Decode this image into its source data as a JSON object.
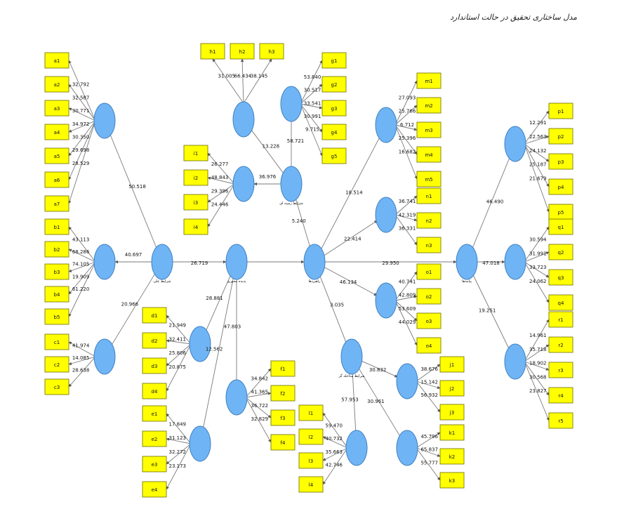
{
  "title": "مدل ساختاری تحقیق در حالت استاندارد",
  "colors": {
    "indicator_fill": "#ffff00",
    "construct_fill": "#6fb5f5",
    "edge": "#7a7a7a"
  },
  "constructs": [
    {
      "id": "A",
      "label": ""
    },
    {
      "id": "B",
      "label": ""
    },
    {
      "id": "C",
      "label": ""
    },
    {
      "id": "SHA",
      "label": "شرایط علی"
    },
    {
      "id": "PAD",
      "label": "پدیده محوری"
    },
    {
      "id": "D",
      "label": ""
    },
    {
      "id": "E",
      "label": ""
    },
    {
      "id": "F",
      "label": ""
    },
    {
      "id": "H",
      "label": ""
    },
    {
      "id": "I",
      "label": ""
    },
    {
      "id": "G",
      "label": ""
    },
    {
      "id": "ZAM",
      "label": "شرایط زمینه ای"
    },
    {
      "id": "RAH",
      "label": "راهبردها"
    },
    {
      "id": "M",
      "label": ""
    },
    {
      "id": "N",
      "label": ""
    },
    {
      "id": "O",
      "label": ""
    },
    {
      "id": "MOD",
      "label": "شرایط مداخله گر"
    },
    {
      "id": "J",
      "label": ""
    },
    {
      "id": "K",
      "label": ""
    },
    {
      "id": "L",
      "label": ""
    },
    {
      "id": "PAY",
      "label": "پیامدها"
    },
    {
      "id": "P",
      "label": ""
    },
    {
      "id": "Q",
      "label": ""
    },
    {
      "id": "R",
      "label": ""
    }
  ],
  "indicators": [
    {
      "group": "A",
      "items": [
        {
          "name": "a1",
          "loading": "32.792"
        },
        {
          "name": "a2",
          "loading": "32.587"
        },
        {
          "name": "a3",
          "loading": "30.771"
        },
        {
          "name": "a4",
          "loading": "34.972"
        },
        {
          "name": "a5",
          "loading": "30.350"
        },
        {
          "name": "a6",
          "loading": "29.698"
        },
        {
          "name": "a7",
          "loading": "28.529"
        }
      ]
    },
    {
      "group": "B",
      "items": [
        {
          "name": "b1",
          "loading": "43.113"
        },
        {
          "name": "b2",
          "loading": "68.286"
        },
        {
          "name": "b3",
          "loading": "74.105"
        },
        {
          "name": "b4",
          "loading": "19.909"
        },
        {
          "name": "b5",
          "loading": "61.220"
        }
      ]
    },
    {
      "group": "C",
      "items": [
        {
          "name": "c1",
          "loading": "41.974"
        },
        {
          "name": "c2",
          "loading": "14.085"
        },
        {
          "name": "c3",
          "loading": "28.638"
        }
      ]
    },
    {
      "group": "D",
      "items": [
        {
          "name": "d1",
          "loading": "21.949"
        },
        {
          "name": "d2",
          "loading": "32.411"
        },
        {
          "name": "d3",
          "loading": "25.806"
        },
        {
          "name": "d4",
          "loading": "20.875"
        }
      ]
    },
    {
      "group": "E",
      "items": [
        {
          "name": "e1",
          "loading": "17.849"
        },
        {
          "name": "e2",
          "loading": "31.123"
        },
        {
          "name": "e3",
          "loading": "32.272"
        },
        {
          "name": "e4",
          "loading": "23.173"
        }
      ]
    },
    {
      "group": "F",
      "items": [
        {
          "name": "f1",
          "loading": "34.842"
        },
        {
          "name": "f2",
          "loading": "41.365"
        },
        {
          "name": "f3",
          "loading": "36.722"
        },
        {
          "name": "f4",
          "loading": "32.829"
        }
      ]
    },
    {
      "group": "H",
      "items": [
        {
          "name": "h1",
          "loading": "31.005"
        },
        {
          "name": "h2",
          "loading": "66.434"
        },
        {
          "name": "h3",
          "loading": "38.145"
        }
      ]
    },
    {
      "group": "I",
      "items": [
        {
          "name": "i1",
          "loading": "26.277"
        },
        {
          "name": "i2",
          "loading": "48.843"
        },
        {
          "name": "i3",
          "loading": "29.396"
        },
        {
          "name": "i4",
          "loading": "24.446"
        }
      ]
    },
    {
      "group": "G",
      "items": [
        {
          "name": "g1",
          "loading": "53.840"
        },
        {
          "name": "g2",
          "loading": "30.517"
        },
        {
          "name": "g3",
          "loading": "33.541"
        },
        {
          "name": "g4",
          "loading": "30.991"
        },
        {
          "name": "g5",
          "loading": "9.715"
        }
      ]
    },
    {
      "group": "M",
      "items": [
        {
          "name": "m1",
          "loading": "27.093"
        },
        {
          "name": "m2",
          "loading": "25.766"
        },
        {
          "name": "m3",
          "loading": "6.712"
        },
        {
          "name": "m4",
          "loading": "25.396"
        },
        {
          "name": "m5",
          "loading": "16.682"
        }
      ]
    },
    {
      "group": "N",
      "items": [
        {
          "name": "n1",
          "loading": "36.741"
        },
        {
          "name": "n2",
          "loading": "42.319"
        },
        {
          "name": "n3",
          "loading": "36.331"
        }
      ]
    },
    {
      "group": "O",
      "items": [
        {
          "name": "o1",
          "loading": "40.741"
        },
        {
          "name": "o2",
          "loading": "42.809"
        },
        {
          "name": "o3",
          "loading": "53.609"
        },
        {
          "name": "o4",
          "loading": "44.029"
        }
      ]
    },
    {
      "group": "J",
      "items": [
        {
          "name": "j1",
          "loading": "38.676"
        },
        {
          "name": "j2",
          "loading": "15.142"
        },
        {
          "name": "j3",
          "loading": "56.932"
        }
      ]
    },
    {
      "group": "K",
      "items": [
        {
          "name": "k1",
          "loading": "45.796"
        },
        {
          "name": "k2",
          "loading": "65.837"
        },
        {
          "name": "k3",
          "loading": "55.777"
        }
      ]
    },
    {
      "group": "L",
      "items": [
        {
          "name": "l1",
          "loading": "59.470"
        },
        {
          "name": "l2",
          "loading": "40.732"
        },
        {
          "name": "l3",
          "loading": "35.663"
        },
        {
          "name": "l4",
          "loading": "42.746"
        }
      ]
    },
    {
      "group": "P",
      "items": [
        {
          "name": "p1",
          "loading": "12.291"
        },
        {
          "name": "p2",
          "loading": "22.563"
        },
        {
          "name": "p3",
          "loading": "24.132"
        },
        {
          "name": "p4",
          "loading": "25.187"
        },
        {
          "name": "p5",
          "loading": "21.679"
        }
      ]
    },
    {
      "group": "Q",
      "items": [
        {
          "name": "q1",
          "loading": "30.594"
        },
        {
          "name": "q2",
          "loading": "31.991"
        },
        {
          "name": "q3",
          "loading": "33.723"
        },
        {
          "name": "q4",
          "loading": "24.062"
        }
      ]
    },
    {
      "group": "R",
      "items": [
        {
          "name": "r1",
          "loading": "14.961"
        },
        {
          "name": "r2",
          "loading": "35.718"
        },
        {
          "name": "r3",
          "loading": "18.902"
        },
        {
          "name": "r4",
          "loading": "30.568"
        },
        {
          "name": "r5",
          "loading": "23.827"
        }
      ]
    }
  ],
  "paths": [
    {
      "from": "SHA",
      "to": "A",
      "coef": "50.518"
    },
    {
      "from": "SHA",
      "to": "B",
      "coef": "40.697"
    },
    {
      "from": "SHA",
      "to": "C",
      "coef": "20.966"
    },
    {
      "from": "SHA",
      "to": "PAD",
      "coef": "26.719"
    },
    {
      "from": "PAD",
      "to": "D",
      "coef": "28.881"
    },
    {
      "from": "PAD",
      "to": "E",
      "coef": "12.562"
    },
    {
      "from": "PAD",
      "to": "F",
      "coef": "47.803"
    },
    {
      "from": "PAD",
      "to": "RAH",
      "coef": ""
    },
    {
      "from": "ZAM",
      "to": "H",
      "coef": "13.228"
    },
    {
      "from": "ZAM",
      "to": "I",
      "coef": "36.976"
    },
    {
      "from": "ZAM",
      "to": "G",
      "coef": "58.721"
    },
    {
      "from": "ZAM",
      "to": "RAH",
      "coef": "5.240"
    },
    {
      "from": "RAH",
      "to": "M",
      "coef": "18.514"
    },
    {
      "from": "RAH",
      "to": "N",
      "coef": "22.414"
    },
    {
      "from": "RAH",
      "to": "O",
      "coef": "46.134"
    },
    {
      "from": "RAH",
      "to": "PAY",
      "coef": "29.950"
    },
    {
      "from": "MOD",
      "to": "RAH",
      "coef": "3.035"
    },
    {
      "from": "MOD",
      "to": "J",
      "coef": "30.832"
    },
    {
      "from": "MOD",
      "to": "K",
      "coef": "30.961"
    },
    {
      "from": "MOD",
      "to": "L",
      "coef": "57.953"
    },
    {
      "from": "PAY",
      "to": "P",
      "coef": "46.490"
    },
    {
      "from": "PAY",
      "to": "Q",
      "coef": "47.018"
    },
    {
      "from": "PAY",
      "to": "R",
      "coef": "19.251"
    }
  ]
}
